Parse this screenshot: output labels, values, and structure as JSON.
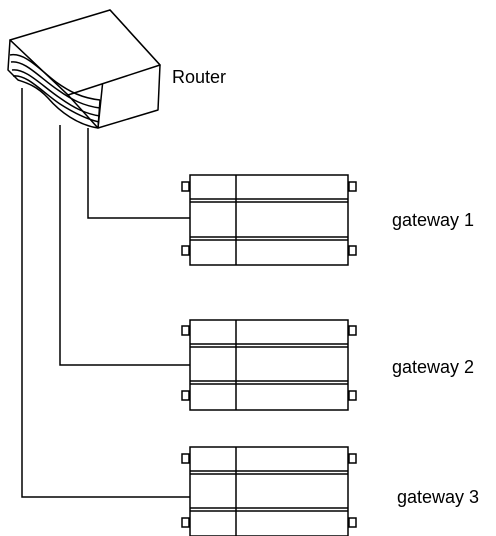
{
  "router": {
    "label": "Router"
  },
  "gateways": [
    {
      "label": "gateway 1"
    },
    {
      "label": "gateway 2"
    },
    {
      "label": "gateway 3"
    }
  ],
  "colors": {
    "line": "#000000",
    "background": "#ffffff"
  }
}
